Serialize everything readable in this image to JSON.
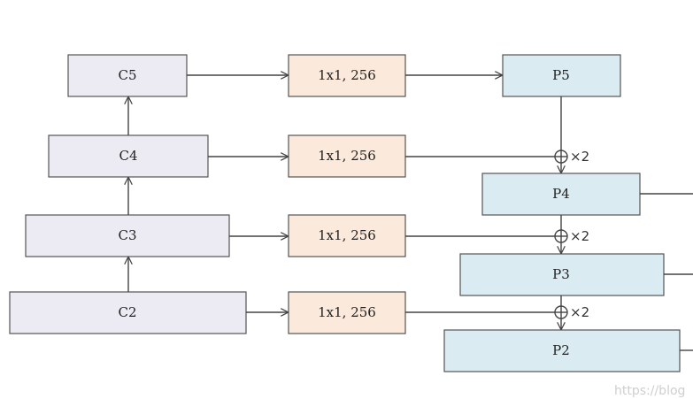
{
  "diagram": {
    "backbone": [
      {
        "id": "c5",
        "label": "C5"
      },
      {
        "id": "c4",
        "label": "C4"
      },
      {
        "id": "c3",
        "label": "C3"
      },
      {
        "id": "c2",
        "label": "C2"
      }
    ],
    "lateral": [
      {
        "id": "l5",
        "label": "1x1, 256"
      },
      {
        "id": "l4",
        "label": "1x1, 256"
      },
      {
        "id": "l3",
        "label": "1x1, 256"
      },
      {
        "id": "l2",
        "label": "1x1, 256"
      }
    ],
    "pyramid": [
      {
        "id": "p5",
        "label": "P5"
      },
      {
        "id": "p4",
        "label": "P4"
      },
      {
        "id": "p3",
        "label": "P3"
      },
      {
        "id": "p2",
        "label": "P2"
      }
    ],
    "merges": [
      {
        "id": "m4",
        "label": "×2"
      },
      {
        "id": "m3",
        "label": "×2"
      },
      {
        "id": "m2",
        "label": "×2"
      }
    ],
    "colors": {
      "backbone_fill": "#ecebf3",
      "lateral_fill": "#fbeadb",
      "pyramid_fill": "#daebf2",
      "stroke": "#555555"
    },
    "watermark": "https://blog"
  }
}
